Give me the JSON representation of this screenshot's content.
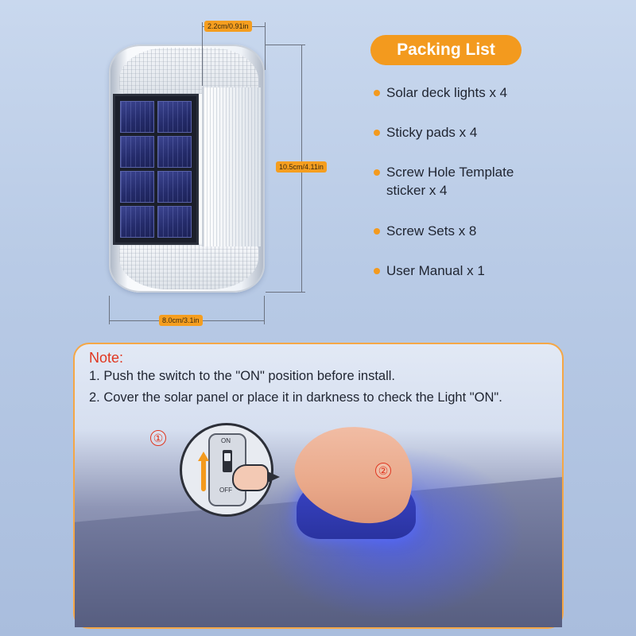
{
  "dimensions": {
    "top_width": "2.2cm/0.91in",
    "height": "10.5cm/4.11in",
    "bottom_width": "8.0cm/3.1in"
  },
  "packing_list": {
    "title": "Packing List",
    "items": [
      "Solar deck lights x 4",
      "Sticky pads x 4",
      "Screw Hole Template",
      "sticker x 4",
      "Screw Sets x 8",
      "User Manual x 1"
    ]
  },
  "note": {
    "title": "Note:",
    "lines": [
      "1. Push the switch to the \"ON\" position before install.",
      "2. Cover the solar panel or place it in darkness to check the Light \"ON\"."
    ]
  },
  "illustration": {
    "step1": "①",
    "step2": "②",
    "switch_on": "ON",
    "switch_off": "OFF"
  },
  "colors": {
    "accent": "#f39a1e",
    "note_red": "#e0361f",
    "light_blue": "#3a45c8"
  }
}
